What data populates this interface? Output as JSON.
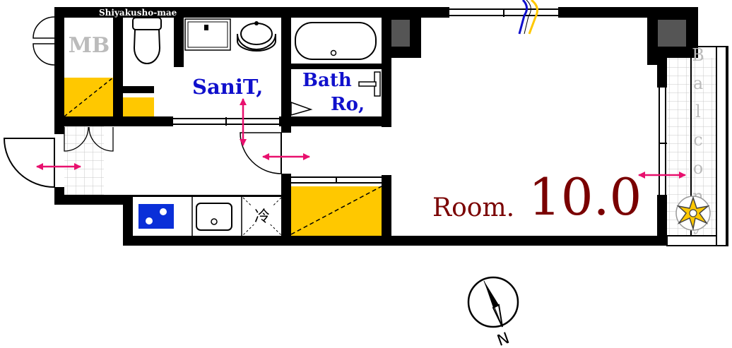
{
  "labels": {
    "station": "Shiyakusho-mae",
    "mb": "MB",
    "sanit": "SaniT,",
    "bath_line1": "Bath",
    "bath_line2": "Ro,",
    "room_prefix": "Room.",
    "room_size": "10.0",
    "balcony_letters": [
      "B",
      "a",
      "l",
      "c",
      "o",
      "n",
      "y"
    ],
    "fridge": "冷",
    "north": "N"
  },
  "colors": {
    "wall": "#000000",
    "closet_yellow": "#FFC800",
    "sanit_text": "#1010CC",
    "bath_text": "#1010CC",
    "room_text": "#7A0000",
    "arrow_pink": "#E8106E",
    "balcony_grid": "#BBBBBB",
    "stove_blue": "#0A2FD8",
    "mb_text": "#BBBBBB",
    "balcony_text": "#BBBBBB"
  }
}
